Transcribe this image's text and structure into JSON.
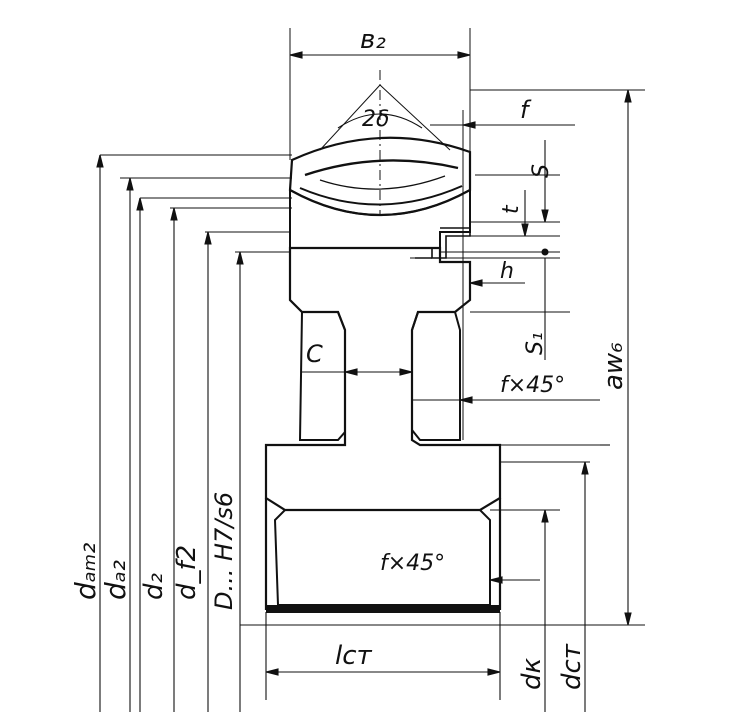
{
  "drawing": {
    "labels": {
      "b2": "в₂",
      "two_delta": "2δ",
      "f": "f",
      "S": "S",
      "t": "t",
      "h": "h",
      "S1": "S₁",
      "C": "C",
      "chamfer_upper": "f×45°",
      "chamfer_lower": "f×45°",
      "aw": "aᴡ₆",
      "dam2": "dₐₘ₂",
      "da2": "dₐ₂",
      "d2": "d₂",
      "df2": "d_f2",
      "D_fit": "D... H7/s6",
      "lst": "lст",
      "dk": "dк",
      "dst": "dст"
    }
  }
}
